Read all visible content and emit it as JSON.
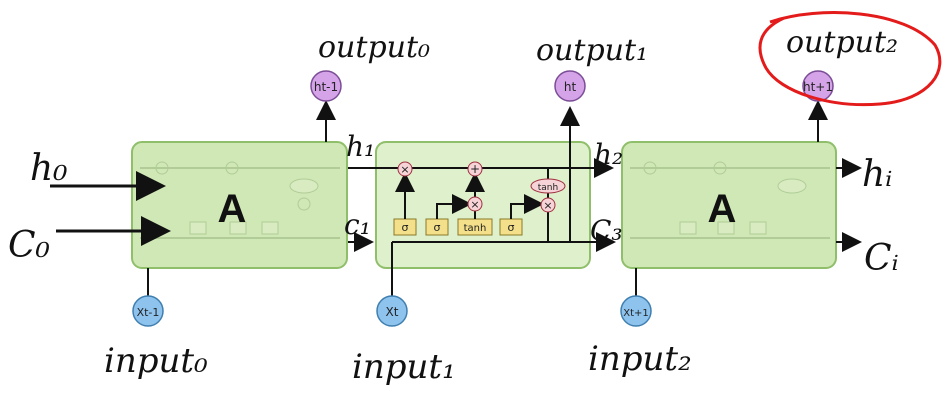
{
  "cells": {
    "left_label": "A",
    "right_label": "A"
  },
  "gates": [
    "σ",
    "σ",
    "tanh",
    "σ"
  ],
  "ops": {
    "multiply": "×",
    "add": "+",
    "tanh": "tanh"
  },
  "nodes": {
    "x_left": "Xt-1",
    "x_mid": "Xt",
    "x_right": "Xt+1",
    "h_left": "ht-1",
    "h_mid": "ht",
    "h_right": "ht+1"
  },
  "annotations": {
    "output0": "output₀",
    "output1": "output₁",
    "output2": "output₂",
    "input0": "input₀",
    "input1": "input₁",
    "input2": "input₂",
    "h0": "h₀",
    "c0": "C₀",
    "h1": "h₁",
    "c1": "c₁",
    "h2": "h₂",
    "c3": "C₃",
    "hi": "hᵢ",
    "ci": "Cᵢ"
  },
  "colors": {
    "cell_fill": "#cfe8b5",
    "cell_stroke": "#8fbf6a",
    "mid_cell_fill": "#dff0cc",
    "gate_fill": "#f4e08a",
    "gate_stroke": "#8a7a2a",
    "op_fill": "#f6d3d7",
    "op_stroke": "#a03040",
    "h_node_fill": "#d5a3e8",
    "x_node_fill": "#8ec3ee",
    "red_ink": "#e41b1b"
  }
}
